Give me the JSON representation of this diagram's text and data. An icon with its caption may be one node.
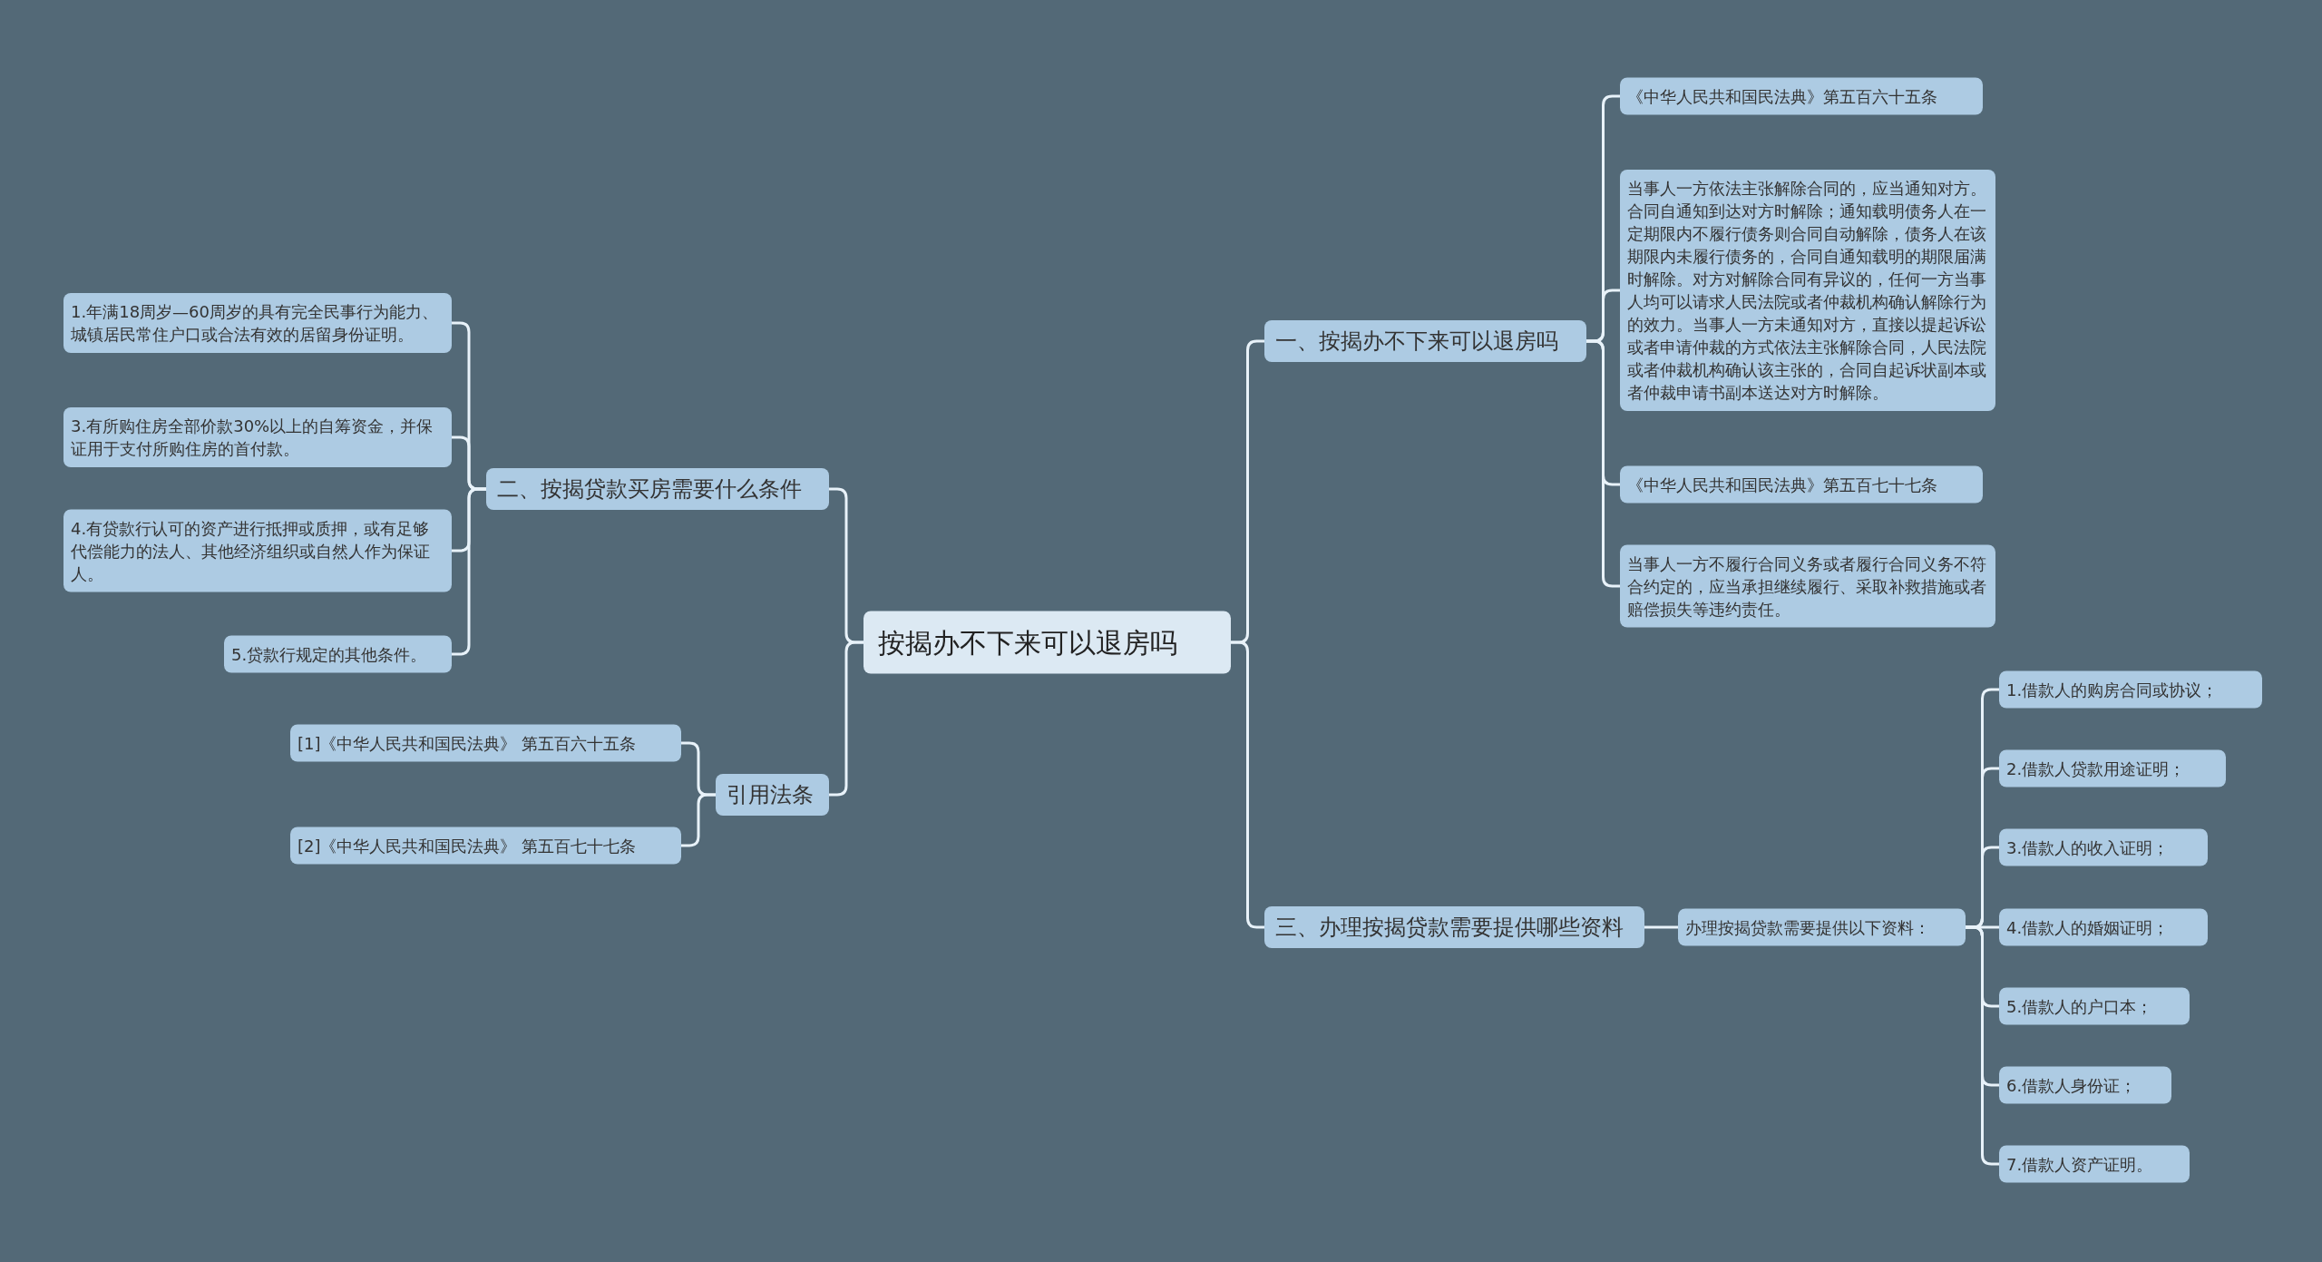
{
  "diagram": {
    "nodes": [
      {
        "text": [
          "按揭办不下来可以退房吗"
        ]
      },
      {
        "text": [
          "一、按揭办不下来可以退房吗"
        ]
      },
      {
        "text": [
          "《中华人民共和国民法典》第五百六十五条"
        ]
      },
      {
        "text": [
          "当事人一方依法主张解除合同的，应当通知对方。合同自通知到达对方时解除；通知载明债务人在一定期限内不履行债务则合同自动解除，债务人在该期限内未履行债务的，合同自通知载明的期限届满时解除。对方对解除合同有异议的，任何一方当事人均可以请求人民法院或者仲裁机构确认解除行为的效力。当事人一方未通知对方，直接以提起诉讼或者申请仲裁的方式依法主张解除合同，人民法院或者仲裁机构确认该主张的，合同自起诉状副本或者仲裁申请书副本送达对方时解除。"
        ]
      },
      {
        "text": [
          "《中华人民共和国民法典》第五百七十七条"
        ]
      },
      {
        "text": [
          "当事人一方不履行合同义务或者履行合同义务不符合约定的，应当承担继续履行、采取补救措施或者赔偿损失等违约责任。"
        ]
      },
      {
        "text": [
          "二、按揭贷款买房需要什么条件"
        ]
      },
      {
        "text": [
          "1.年满18周岁—60周岁的具有完全民事行为能力、城镇居民常住户口或合法有效的居留身份证明。"
        ]
      },
      {
        "text": [
          "3.有所购住房全部价款30%以上的自筹资金，并保证用于支付所购住房的首付款。"
        ]
      },
      {
        "text": [
          "4.有贷款行认可的资产进行抵押或质押，或有足够代偿能力的法人、其他经济组织或自然人作为保证人。"
        ]
      },
      {
        "text": [
          "5.贷款行规定的其他条件。"
        ]
      },
      {
        "text": [
          "引用法条"
        ]
      },
      {
        "text": [
          "[1]《中华人民共和国民法典》 第五百六十五条"
        ]
      },
      {
        "text": [
          "[2]《中华人民共和国民法典》 第五百七十七条"
        ]
      },
      {
        "text": [
          "三、办理按揭贷款需要提供哪些资料"
        ]
      },
      {
        "text": [
          "办理按揭贷款需要提供以下资料："
        ]
      },
      {
        "text": [
          "1.借款人的购房合同或协议；"
        ]
      },
      {
        "text": [
          "2.借款人贷款用途证明；"
        ]
      },
      {
        "text": [
          "3.借款人的收入证明；"
        ]
      },
      {
        "text": [
          "4.借款人的婚姻证明；"
        ]
      },
      {
        "text": [
          "5.借款人的户口本；"
        ]
      },
      {
        "text": [
          "6.借款人身份证；"
        ]
      },
      {
        "text": [
          "7.借款人资产证明。"
        ]
      }
    ],
    "edges": [
      {
        "from": 0,
        "to": 1,
        "arrow": "none"
      },
      {
        "from": 1,
        "to": 2,
        "arrow": "none"
      },
      {
        "from": 1,
        "to": 3,
        "arrow": "none"
      },
      {
        "from": 1,
        "to": 4,
        "arrow": "none"
      },
      {
        "from": 1,
        "to": 5,
        "arrow": "none"
      },
      {
        "from": 0,
        "to": 6,
        "arrow": "none"
      },
      {
        "from": 6,
        "to": 7,
        "arrow": "none"
      },
      {
        "from": 6,
        "to": 8,
        "arrow": "none"
      },
      {
        "from": 6,
        "to": 9,
        "arrow": "none"
      },
      {
        "from": 6,
        "to": 10,
        "arrow": "none"
      },
      {
        "from": 0,
        "to": 11,
        "arrow": "none"
      },
      {
        "from": 11,
        "to": 12,
        "arrow": "none"
      },
      {
        "from": 11,
        "to": 13,
        "arrow": "none"
      },
      {
        "from": 0,
        "to": 14,
        "arrow": "none"
      },
      {
        "from": 14,
        "to": 15,
        "arrow": "none"
      },
      {
        "from": 15,
        "to": 16,
        "arrow": "none"
      },
      {
        "from": 15,
        "to": 17,
        "arrow": "none"
      },
      {
        "from": 15,
        "to": 18,
        "arrow": "none"
      },
      {
        "from": 15,
        "to": 19,
        "arrow": "none"
      },
      {
        "from": 15,
        "to": 20,
        "arrow": "none"
      },
      {
        "from": 15,
        "to": 21,
        "arrow": "none"
      },
      {
        "from": 15,
        "to": 22,
        "arrow": "none"
      }
    ]
  }
}
